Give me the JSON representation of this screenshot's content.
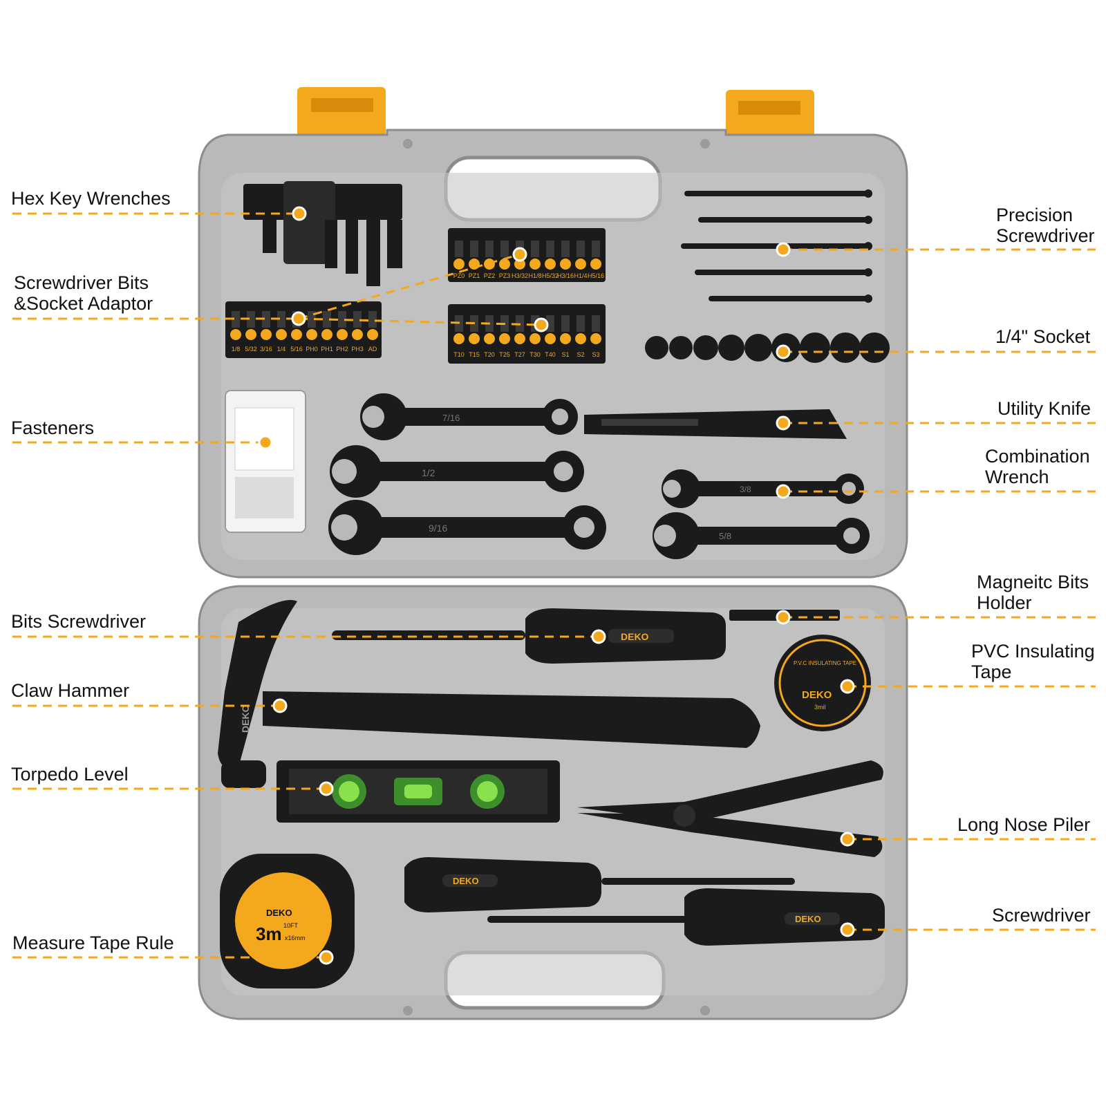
{
  "colors": {
    "accent": "#f4a81d",
    "case_gray": "#b9b9b9",
    "case_dark": "#9a9a9a",
    "tool_black": "#1b1b1b"
  },
  "brand": {
    "logo_text": "DEKO",
    "tape_text": "P.V.C INSULATING TAPE",
    "tape_thickness": "3mil",
    "measure_length": "3m",
    "measure_ft": "10FT",
    "measure_width": "x16mm"
  },
  "bits_top": [
    "PZ0",
    "PZ1",
    "PZ2",
    "PZ3",
    "H3/32",
    "H1/8",
    "H5/32",
    "H3/16",
    "H1/4",
    "H5/16"
  ],
  "bits_mid": [
    "T10",
    "T15",
    "T20",
    "T25",
    "T27",
    "T30",
    "T40",
    "S1",
    "S2",
    "S3"
  ],
  "bits_left": [
    "1/8",
    "5/32",
    "3/16",
    "1/4",
    "5/16",
    "PH0",
    "PH1",
    "PH2",
    "PH3",
    "AD"
  ],
  "wrench_sizes": {
    "w1": "7/16",
    "w2": "1/2",
    "w3": "9/16",
    "w4": "3/8",
    "w5": "5/8"
  },
  "left_labels": {
    "hex_key": "Hex Key Wrenches",
    "bits_line1": "Screwdriver Bits",
    "bits_line2": "&Socket Adaptor",
    "fasteners": "Fasteners",
    "bits_screwdriver": "Bits Screwdriver",
    "claw_hammer": "Claw Hammer",
    "torpedo_level": "Torpedo Level",
    "measure_tape": "Measure Tape Rule"
  },
  "right_labels": {
    "precision_line1": "Precision",
    "precision_line2": "Screwdriver",
    "socket": "1/4\" Socket",
    "utility_knife": "Utility Knife",
    "combo_line1": "Combination",
    "combo_line2": "Wrench",
    "magnetic_line1": "Magneitc Bits",
    "magnetic_line2": "Holder",
    "pvc_line1": "PVC Insulating",
    "pvc_line2": "Tape",
    "long_nose": "Long Nose Piler",
    "screwdriver": "Screwdriver"
  }
}
